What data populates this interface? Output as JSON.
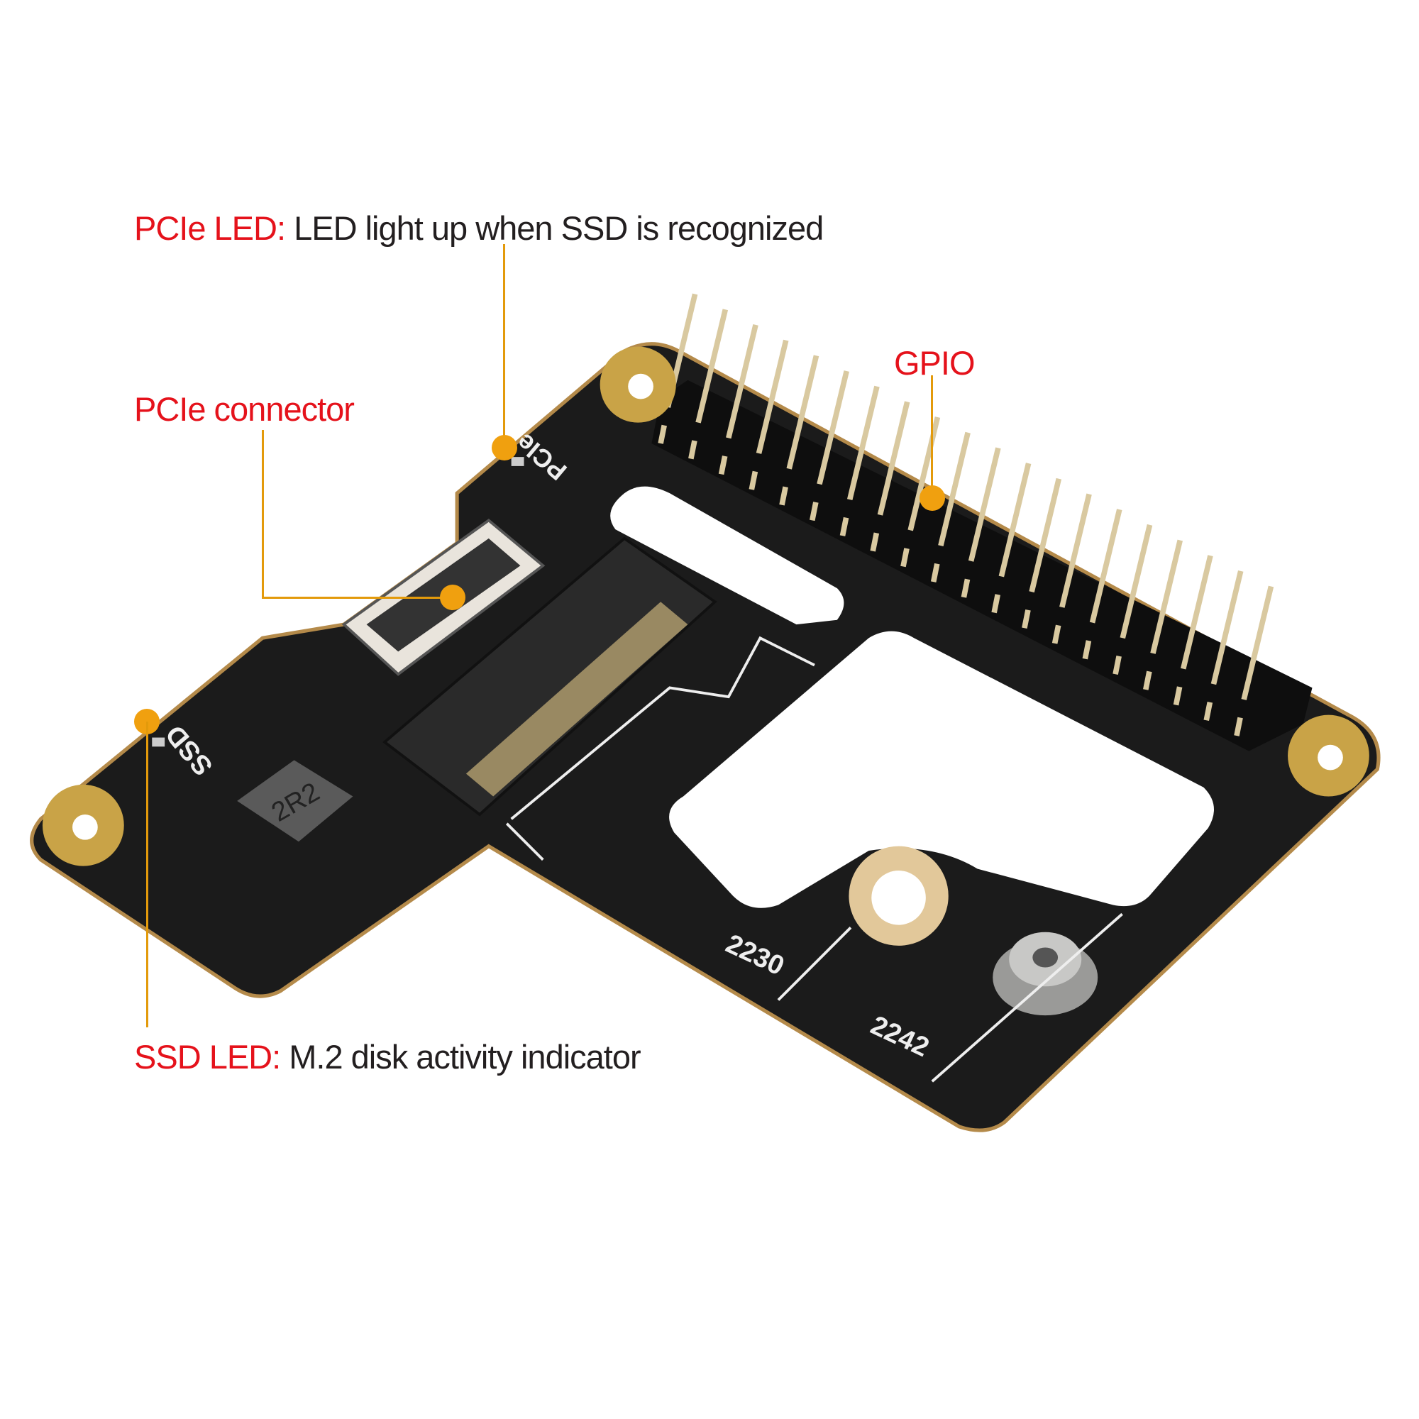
{
  "callouts": {
    "pcie_led": {
      "key": "PCIe LED:",
      "text": " LED light up when SSD is recognized"
    },
    "pcie_connector": {
      "key": "PCIe connector"
    },
    "gpio": {
      "key": "GPIO"
    },
    "ssd_led": {
      "key": "SSD LED:",
      "text": " M.2 disk activity indicator"
    }
  },
  "board_silkscreen": {
    "pcie": "PCIe",
    "ssd": "SSD",
    "inductor": "2R2",
    "size_2230": "2230",
    "size_2242": "2242"
  },
  "colors": {
    "accent_red": "#e5121b",
    "leader_orange": "#e39a0b",
    "pcb": "#1c1c1c",
    "gold": "#c9a347"
  }
}
